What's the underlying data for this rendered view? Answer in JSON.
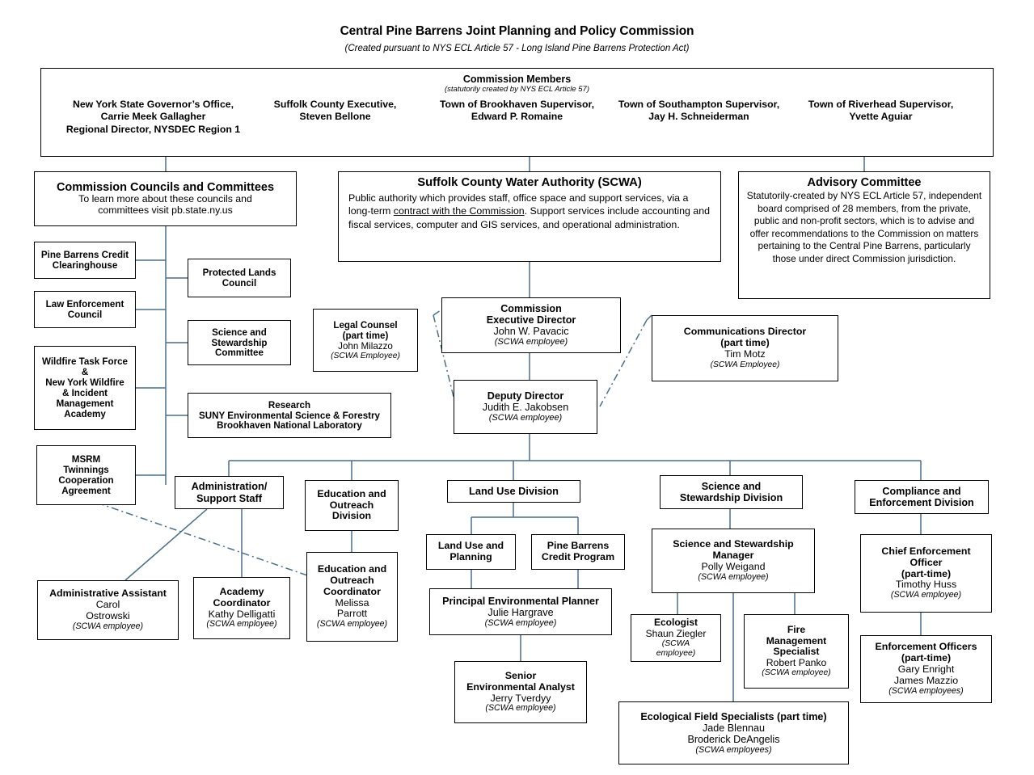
{
  "title": {
    "main": "Central Pine Barrens Joint Planning and Policy Commission",
    "sub": "(Created pursuant to NYS ECL Article 57 - Long Island Pine Barrens Protection Act)"
  },
  "members": {
    "header": "Commission Members",
    "subheader": "(statutorily created by NYS ECL Article 57)",
    "list": [
      {
        "l1": "New York State Governor’s  Office,",
        "l2": "Carrie Meek Gallagher",
        "l3": "Regional Director, NYSDEC Region 1"
      },
      {
        "l1": "Suffolk County Executive,",
        "l2": "Steven Bellone",
        "l3": ""
      },
      {
        "l1": "Town of Brookhaven Supervisor,",
        "l2": "Edward P. Romaine",
        "l3": ""
      },
      {
        "l1": "Town of Southampton  Supervisor,",
        "l2": "Jay  H. Schneiderman",
        "l3": ""
      },
      {
        "l1": "Town of Riverhead Supervisor,",
        "l2": "Yvette Aguiar",
        "l3": ""
      }
    ]
  },
  "councils": {
    "title": "Commission Councils and Committees",
    "line1": "To learn more  about these councils and",
    "line2": "committees visit pb.state.ny.us"
  },
  "scwa": {
    "title": "Suffolk County Water Authority (SCWA)",
    "body_pre": "Public authority which provides staff, office space and support services, via a long-term ",
    "body_underlined": "contract  with the Commission",
    "body_post": ".  Support services include accounting and fiscal services, computer and GIS services, and operational administration."
  },
  "advisory": {
    "title": "Advisory Committee",
    "body": "Statutorily-created by NYS ECL Article 57, independent board comprised of 28 members, from the private, public and non-profit sectors, which is to advise and offer recommendations to the Commission on matters pertaining to the Central Pine Barrens, particularly those under direct Commission jurisdiction."
  },
  "nodes": {
    "pine_barrens_credit_clearinghouse": {
      "title": "Pine Barrens Credit\nClearinghouse"
    },
    "law_enforcement_council": {
      "title": "Law Enforcement\nCouncil"
    },
    "wildfire_task_force": {
      "title": "Wildfire Task  Force\n&\nNew York Wildfire\n& Incident\nManagement\nAcademy"
    },
    "msrm": {
      "title": "MSRM\nTwinnings\nCooperation\nAgreement"
    },
    "protected_lands_council": {
      "title": "Protected Lands\nCouncil"
    },
    "science_stewardship_committee": {
      "title": "Science and\nStewardship\nCommittee"
    },
    "research": {
      "title": "Research\nSUNY Environmental Science & Forestry\nBrookhaven National Laboratory"
    },
    "legal_counsel": {
      "title": "Legal Counsel\n(part time)",
      "name": "John Milazzo",
      "employer": "(SCWA Employee)"
    },
    "exec_director": {
      "title": "Commission\nExecutive Director",
      "name": "John W. Pavacic",
      "employer": "(SCWA  employee)"
    },
    "comms_director": {
      "title": "Communications Director\n(part time)",
      "name": "Tim Motz",
      "employer": "(SCWA Employee)"
    },
    "deputy_director": {
      "title": "Deputy Director",
      "name": "Judith E. Jakobsen",
      "employer": "(SCWA  employee)"
    },
    "admin_support": {
      "title": "Administration/\nSupport Staff"
    },
    "education_division": {
      "title": "Education and\nOutreach\nDivision"
    },
    "land_use_division": {
      "title": "Land Use Division"
    },
    "science_division": {
      "title": "Science and\nStewardship Division"
    },
    "compliance_division": {
      "title": "Compliance and\nEnforcement Division"
    },
    "land_use_planning": {
      "title": "Land Use and\nPlanning"
    },
    "pb_credit_program": {
      "title": "Pine Barrens\nCredit Program"
    },
    "science_manager": {
      "title": "Science and Stewardship\nManager",
      "name": "Polly Weigand",
      "employer": "(SCWA  employee)"
    },
    "chief_enforcement": {
      "title": "Chief Enforcement\nOfficer\n(part-time)",
      "name": "Timothy Huss",
      "employer": "(SCWA  employee)"
    },
    "education_coordinator": {
      "title": "Education and\nOutreach\nCoordinator",
      "name": "Melissa\nParrott",
      "employer": "(SCWA  employee)"
    },
    "principal_planner": {
      "title": "Principal Environmental Planner",
      "name": "Julie Hargrave",
      "employer": "(SCWA employee)"
    },
    "admin_assistant": {
      "title": "Administrative Assistant",
      "name": "Carol\nOstrowski",
      "employer": "(SCWA employee)"
    },
    "academy_coordinator": {
      "title": "Academy\nCoordinator",
      "name": "Kathy Delligatti",
      "employer": "(SCWA employee)"
    },
    "ecologist": {
      "title": "Ecologist",
      "name": "Shaun Ziegler",
      "employer": "(SCWA\nemployee)"
    },
    "fire_mgmt": {
      "title": "Fire\nManagement\nSpecialist",
      "name": "Robert Panko",
      "employer": "(SCWA employee)"
    },
    "enforcement_officers": {
      "title": "Enforcement Officers\n(part-time)",
      "name": "Gary Enright\nJames Mazzio",
      "employer": "(SCWA  employees)"
    },
    "senior_analyst": {
      "title": "Senior\nEnvironmental Analyst",
      "name": "Jerry Tverdyy",
      "employer": "(SCWA employee)"
    },
    "ecological_field": {
      "title": "Ecological Field Specialists (part time)",
      "name": "Jade Blennau\nBroderick DeAngelis",
      "employer": "(SCWA  employees)"
    }
  },
  "colors": {
    "connector": "#4a6f8a",
    "border": "#000000",
    "background": "#ffffff"
  }
}
